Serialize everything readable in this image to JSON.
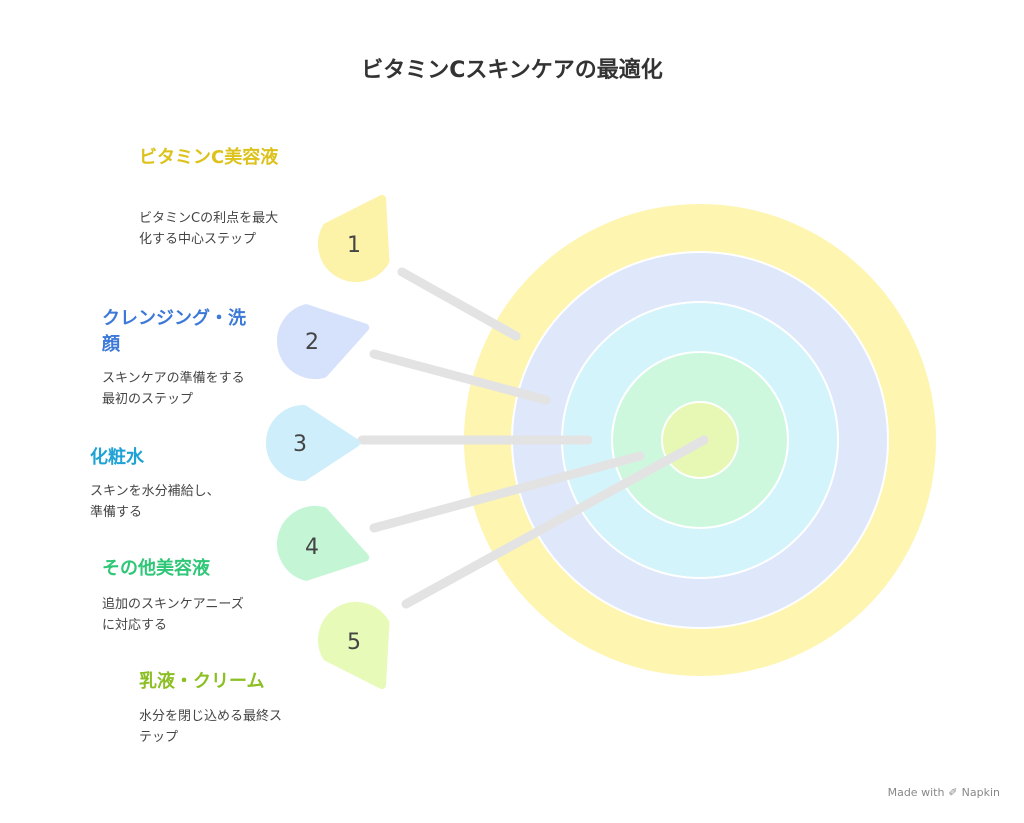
{
  "title": "ビタミンCスキンケアの最適化",
  "colors": {
    "ring_outer": "#fdf5b0",
    "ring_2": "#dfe7fb",
    "ring_3": "#d4f4fb",
    "ring_4": "#cdf8de",
    "ring_center": "#e6f8b3",
    "pointer": "#e3e3e3"
  },
  "steps": [
    {
      "number": "1",
      "title": "ビタミンC美容液",
      "description": "ビタミンCの利点を最大化する中心ステップ",
      "color": "#dcc21a",
      "fill": "#fcf2a8"
    },
    {
      "number": "2",
      "title": "クレンジング・洗顔",
      "description": "スキンケアの準備をする最初のステップ",
      "color": "#3d79d8",
      "fill": "#d6e2fb"
    },
    {
      "number": "3",
      "title": "化粧水",
      "description": "スキンを水分補給し、準備する",
      "color": "#1fa2d6",
      "fill": "#cdeefa"
    },
    {
      "number": "4",
      "title": "その他美容液",
      "description": "追加のスキンケアニーズに対応する",
      "color": "#2ec777",
      "fill": "#c4f6d6"
    },
    {
      "number": "5",
      "title": "乳液・クリーム",
      "description": "水分を閉じ込める最終ステップ",
      "color": "#8cbf24",
      "fill": "#e7fab8"
    }
  ],
  "footer": {
    "made_with": "Made with",
    "brand": "Napkin"
  }
}
